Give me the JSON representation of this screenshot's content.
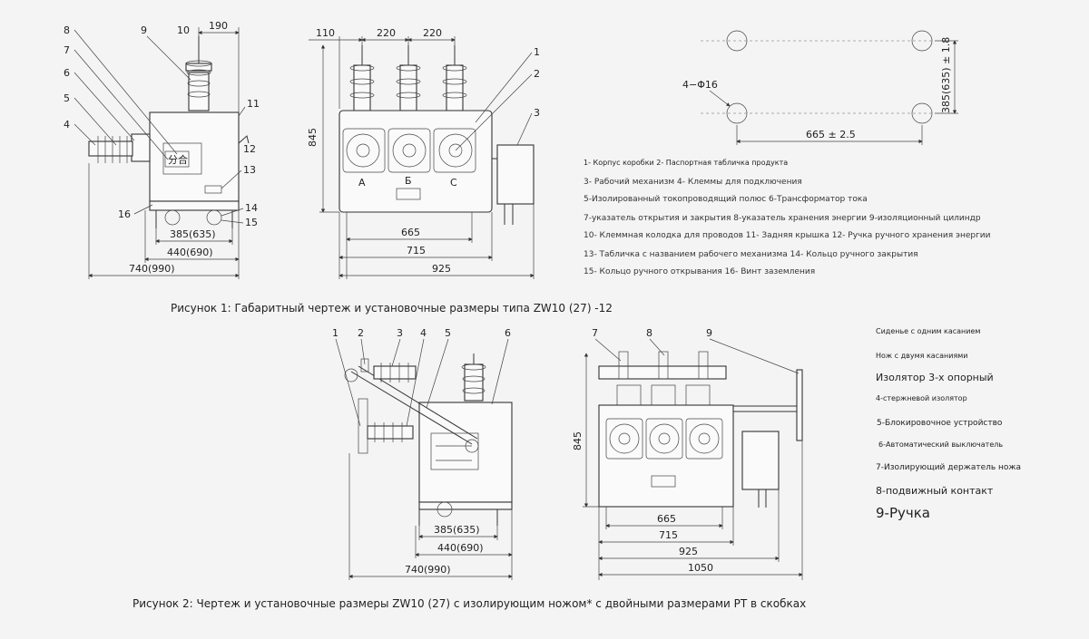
{
  "fig1": {
    "caption": "Рисунок 1: Габаритный чертеж и установочные размеры типа ZW10 (27) -12",
    "side_view": {
      "callouts": [
        "8",
        "7",
        "6",
        "5",
        "4",
        "9",
        "10",
        "11",
        "12",
        "13",
        "14",
        "15",
        "16"
      ],
      "dim_top": "190",
      "dim_385": "385(635)",
      "dim_440": "440(690)",
      "dim_740": "740(990)",
      "switch_label": "分合"
    },
    "front_view": {
      "dim_110": "110",
      "dim_220a": "220",
      "dim_220b": "220",
      "dim_845": "845",
      "dim_665": "665",
      "dim_715": "715",
      "dim_925": "925",
      "phase_a": "А",
      "phase_b": "Б",
      "phase_c": "С",
      "callouts": [
        "1",
        "2",
        "3"
      ]
    },
    "mount_plan": {
      "hole_label": "4−Φ16",
      "dim_horizontal": "665 ± 2.5",
      "dim_vertical": "385(635) ± 1.8"
    },
    "legend": [
      "1- Корпус коробки 2- Паспортная табличка продукта",
      "3- Рабочий механизм 4- Клеммы для подключения",
      "5-Изолированный токопроводящий полюс 6-Трансформатор тока",
      "7-указатель открытия и закрытия 8-указатель хранения энергии 9-изоляционный цилиндр",
      "10- Клеммная колодка для проводов 11- Задняя крышка 12- Ручка ручного хранения энергии",
      "13- Табличка с названием рабочего механизма 14- Кольцо ручного закрытия",
      "15- Кольцо ручного открывания 16- Винт заземления"
    ]
  },
  "fig2": {
    "caption": "Рисунок 2: Чертеж и установочные размеры ZW10 (27) с изолирующим ножом* с двойными размерами PT в скобках",
    "side_view": {
      "callouts": [
        "1",
        "2",
        "3",
        "4",
        "5",
        "6"
      ],
      "dim_385": "385(635)",
      "dim_440": "440(690)",
      "dim_740": "740(990)"
    },
    "front_view": {
      "callouts": [
        "7",
        "8",
        "9"
      ],
      "dim_845": "845",
      "dim_665": "665",
      "dim_715": "715",
      "dim_925": "925",
      "dim_1050": "1050"
    },
    "legend": [
      "Сиденье с одним касанием",
      "Нож с двумя касаниями",
      "Изолятор 3-х опорный",
      "4-стержневой изолятор",
      "5-Блокировочное устройство",
      "6-Автоматический выключатель",
      "7-Изолирующий держатель ножа",
      "8-подвижный контакт",
      "9-Ручка"
    ]
  }
}
